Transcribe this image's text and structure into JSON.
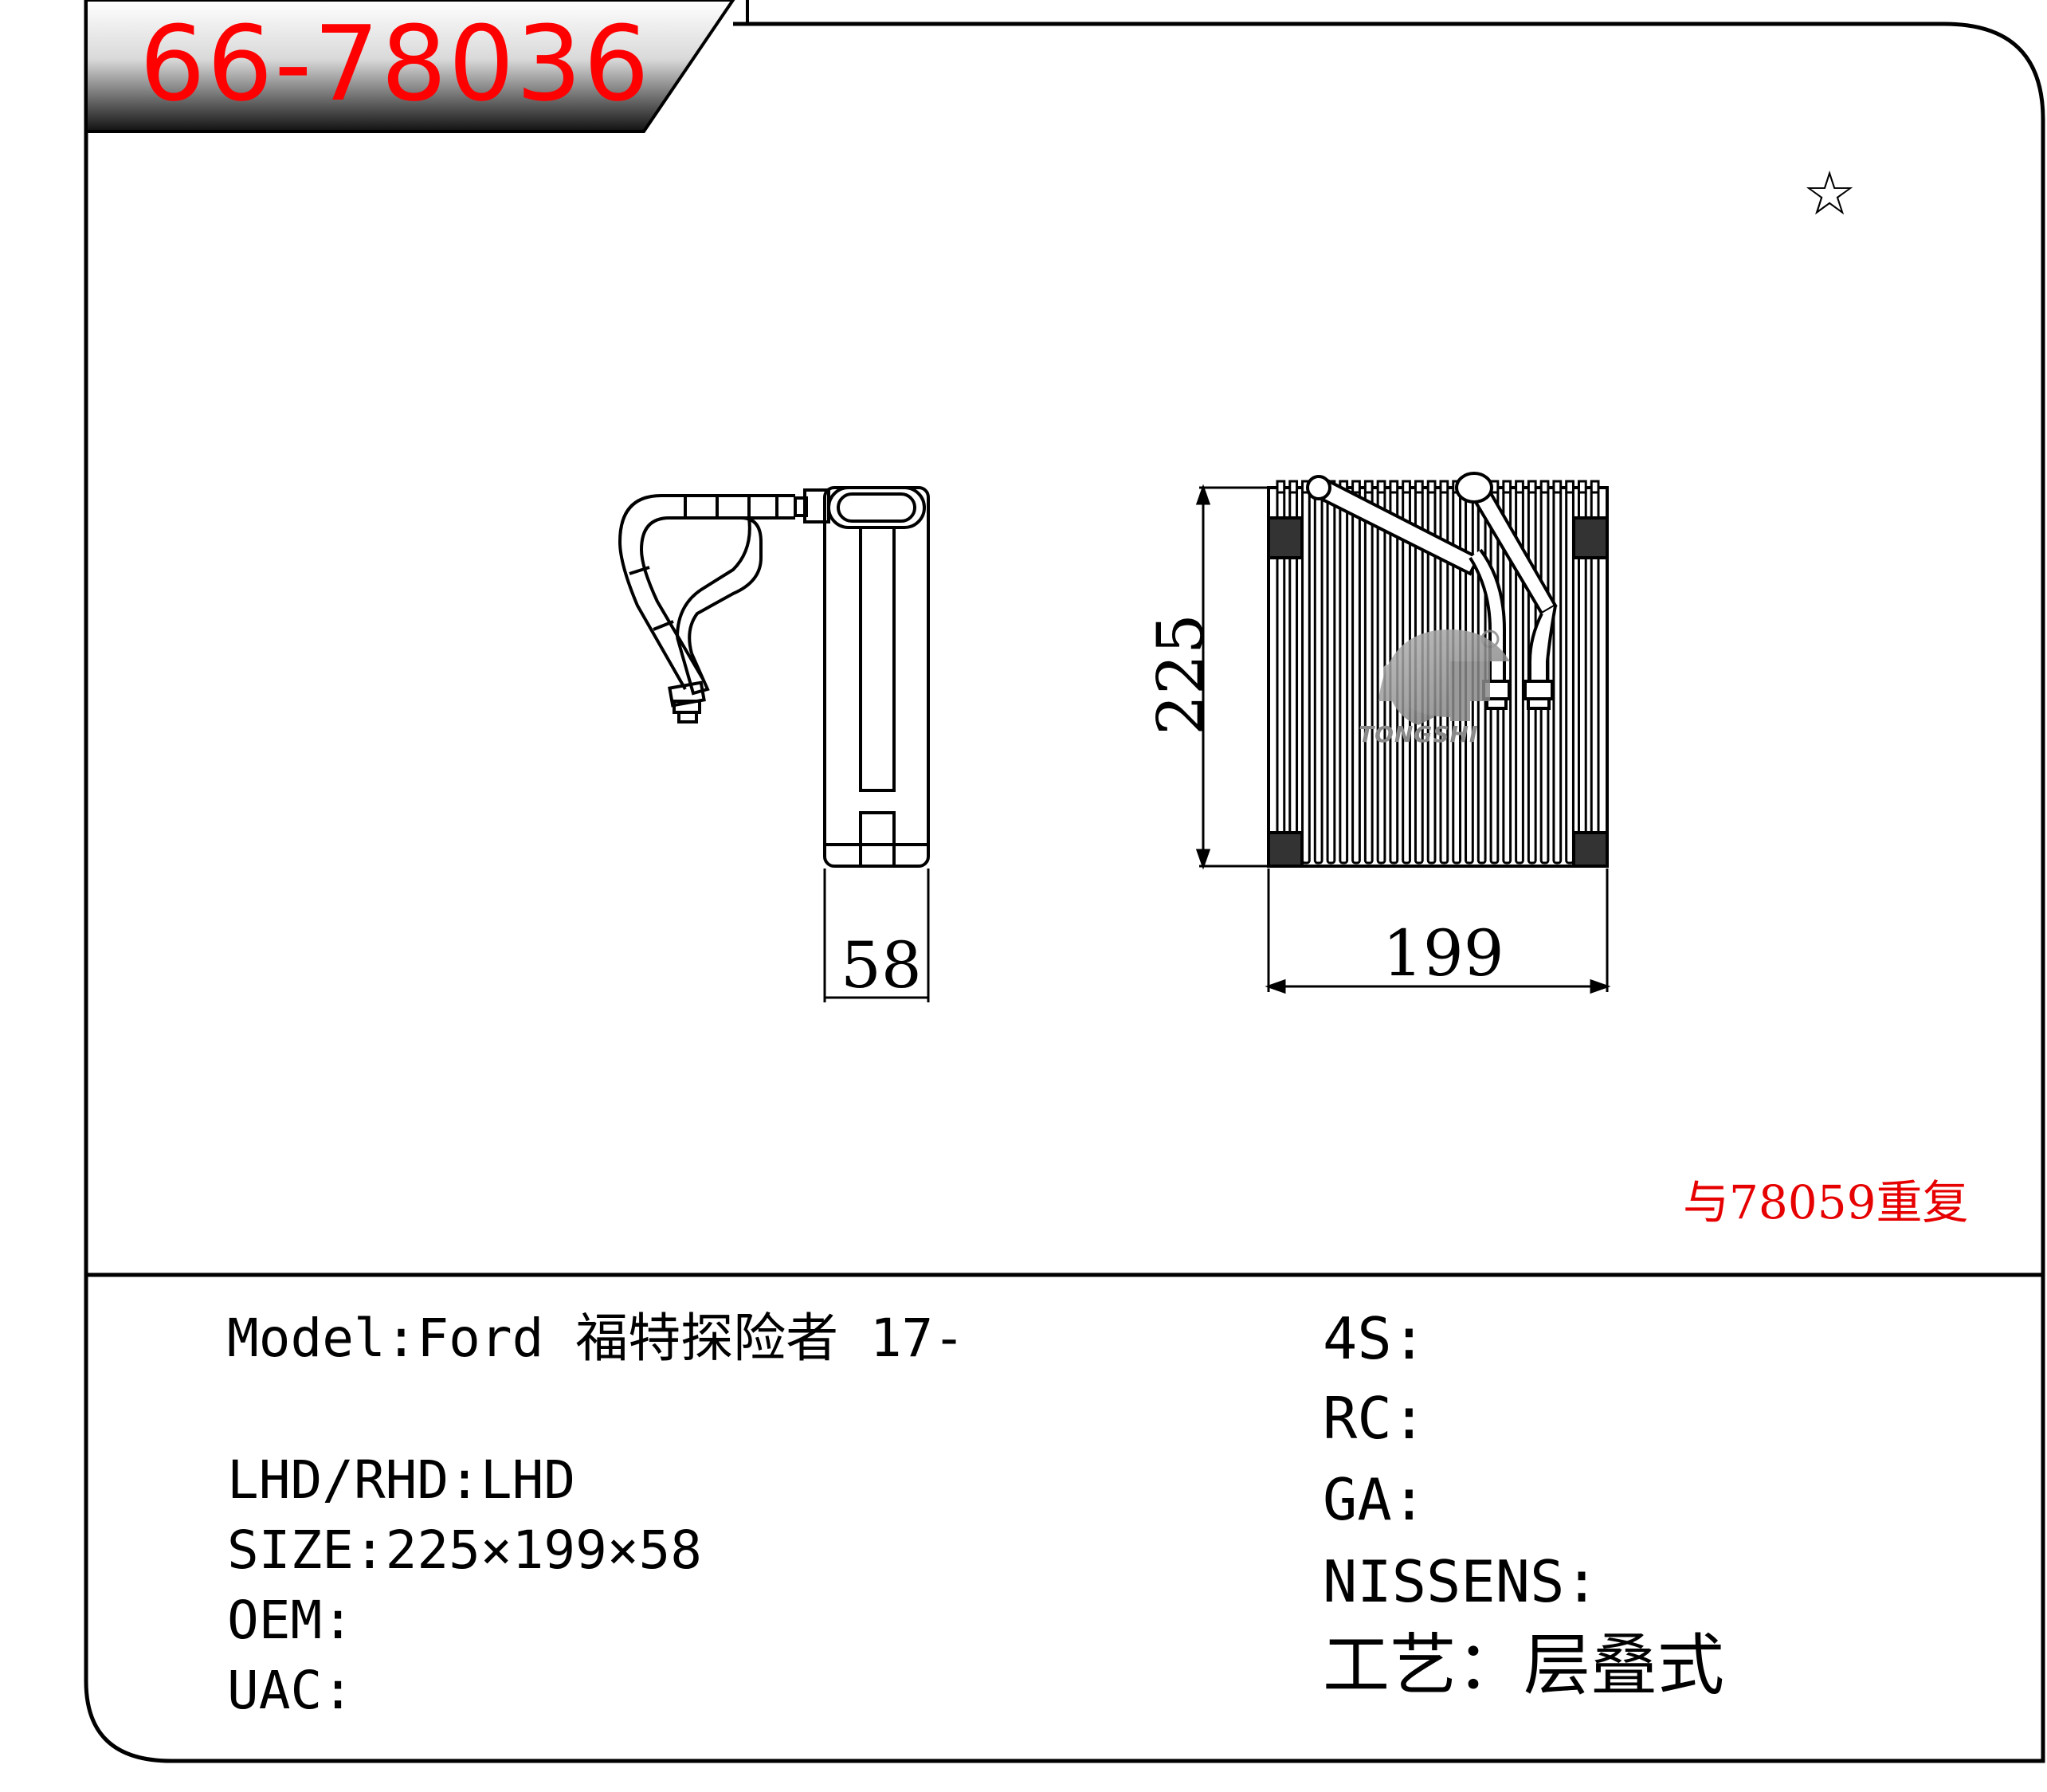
{
  "header": {
    "part_number": "66-78036"
  },
  "symbol": {
    "star": "☆"
  },
  "note": {
    "duplicate": "与78059重复"
  },
  "drawing": {
    "depth_label": "58",
    "height_label": "225",
    "width_label": "199",
    "watermark": "TONGSHI"
  },
  "specs_left": {
    "model": "Model:Ford 福特探险者 17-",
    "lhd_rhd": "LHD/RHD:LHD",
    "size": "SIZE:225×199×58",
    "oem": "OEM:",
    "uac": "UAC:"
  },
  "specs_right": {
    "s4": "4S:",
    "rc": "RC:",
    "ga": "GA:",
    "nissens": "NISSENS:",
    "process": "工艺：层叠式"
  },
  "colors": {
    "red": "#ff0000",
    "border": "#000000",
    "banner_dark": "#1a1a1a",
    "banner_light": "#f0f0f0"
  }
}
